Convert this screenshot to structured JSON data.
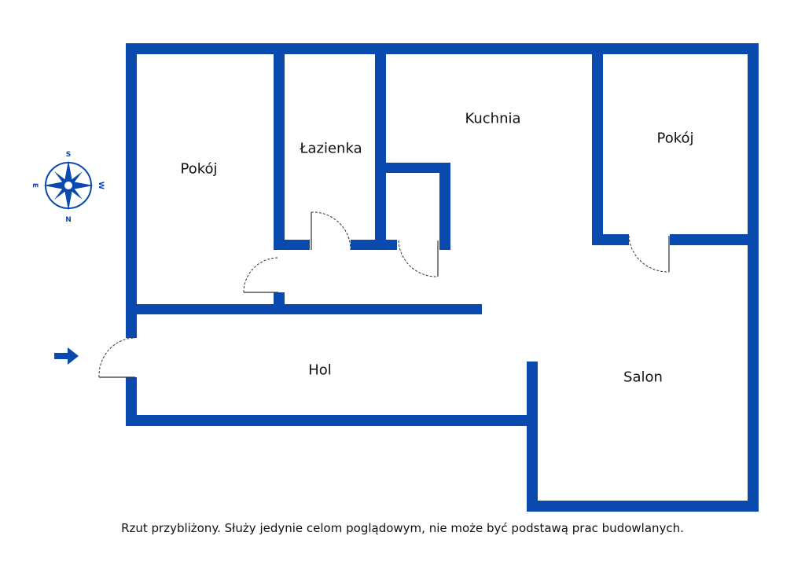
{
  "rooms": {
    "pokoj_left": "Pokój",
    "lazienka": "Łazienka",
    "kuchnia": "Kuchnia",
    "pokoj_right": "Pokój",
    "hol": "Hol",
    "salon": "Salon"
  },
  "compass": {
    "top": "S",
    "bottom": "N",
    "left": "E",
    "right": "W"
  },
  "disclaimer": "Rzut przybliżony. Służy jedynie celom poglądowym, nie może być podstawą prac budowlanych.",
  "colors": {
    "wall": "#0a4aaf",
    "accent": "#0a4aaf"
  },
  "icons": {
    "entrance": "arrow-right-icon",
    "compass": "compass-rose-icon"
  }
}
